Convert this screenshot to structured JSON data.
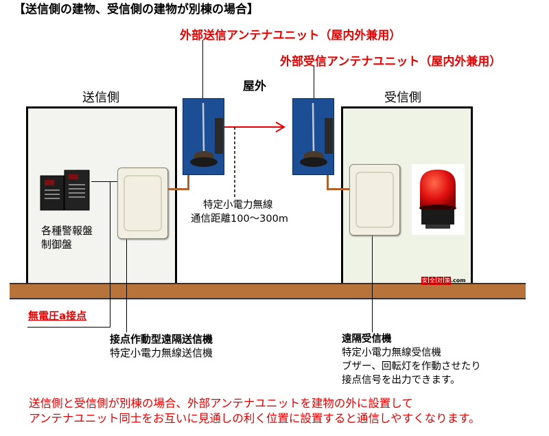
{
  "title": "【送信側の建物、受信側の建物が別棟の場合】",
  "antenna_tx_title": "外部送信アンテナユニット（屋内外兼用）",
  "antenna_rx_title": "外部受信アンテナユニット（屋内外兼用）",
  "outdoor_label": "屋外",
  "tx_building_label": "送信側",
  "rx_building_label": "受信側",
  "panel_label": [
    "各種警報盤",
    "制御盤"
  ],
  "radio_info": [
    "特定小電力無線",
    "通信距離100～300m"
  ],
  "dry_contact_label": "無電圧a接点",
  "tx_device": [
    "接点作動型遠隔送信機",
    "特定小電力無線送信機"
  ],
  "rx_device": [
    "遠隔受信機",
    "特定小電力無線受信機",
    "ブザー、回転灯を作動させたり",
    "接点信号を出力できます。"
  ],
  "note": [
    "送信側と受信側が別棟の場合、外部アンテナユニットを建物の外に設置して",
    "アンテナユニット同士をお互いに見通しの利く位置に設置すると通信しやすくなります。"
  ],
  "watermark": {
    "boxes": [
      "安",
      "全",
      "対",
      "策"
    ],
    "suffix": ".com"
  },
  "colors": {
    "accent_red": "#e60000",
    "ground": "#b8733a",
    "antenna_bg": "#1c4e96",
    "wire": "#b0602a"
  }
}
